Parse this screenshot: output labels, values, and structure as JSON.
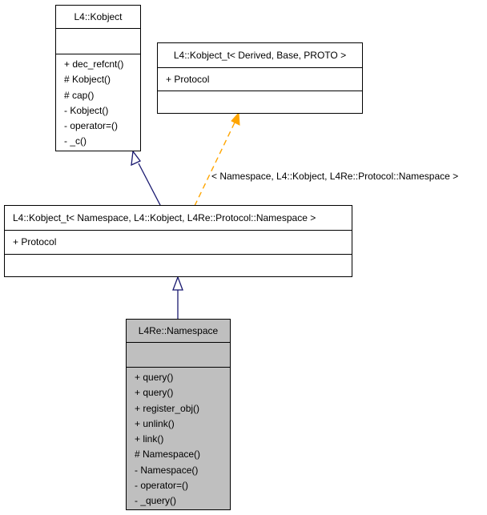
{
  "classes": {
    "kobject": {
      "name": "L4::Kobject",
      "attributes": [],
      "methods": [
        "+ dec_refcnt()",
        "# Kobject()",
        "# cap()",
        "- Kobject()",
        "- operator=()",
        "- _c()"
      ]
    },
    "kobject_t_template": {
      "name": "L4::Kobject_t< Derived, Base, PROTO >",
      "attributes": [
        "+ Protocol"
      ],
      "methods": []
    },
    "kobject_t_namespace": {
      "name": "L4::Kobject_t< Namespace, L4::Kobject, L4Re::Protocol::Namespace >",
      "attributes": [
        "+ Protocol"
      ],
      "methods": []
    },
    "namespace": {
      "name": "L4Re::Namespace",
      "attributes": [],
      "methods": [
        "+ query()",
        "+ query()",
        "+ register_obj()",
        "+ unlink()",
        "+ link()",
        "# Namespace()",
        "- Namespace()",
        "- operator=()",
        "- _query()"
      ]
    }
  },
  "edges": {
    "template_binding_label": "< Namespace, L4::Kobject, L4Re::Protocol::Namespace >"
  },
  "colors": {
    "inheritance": "#191970",
    "template_binding": "#ffa500",
    "highlight_fill": "#bfbfbf"
  }
}
